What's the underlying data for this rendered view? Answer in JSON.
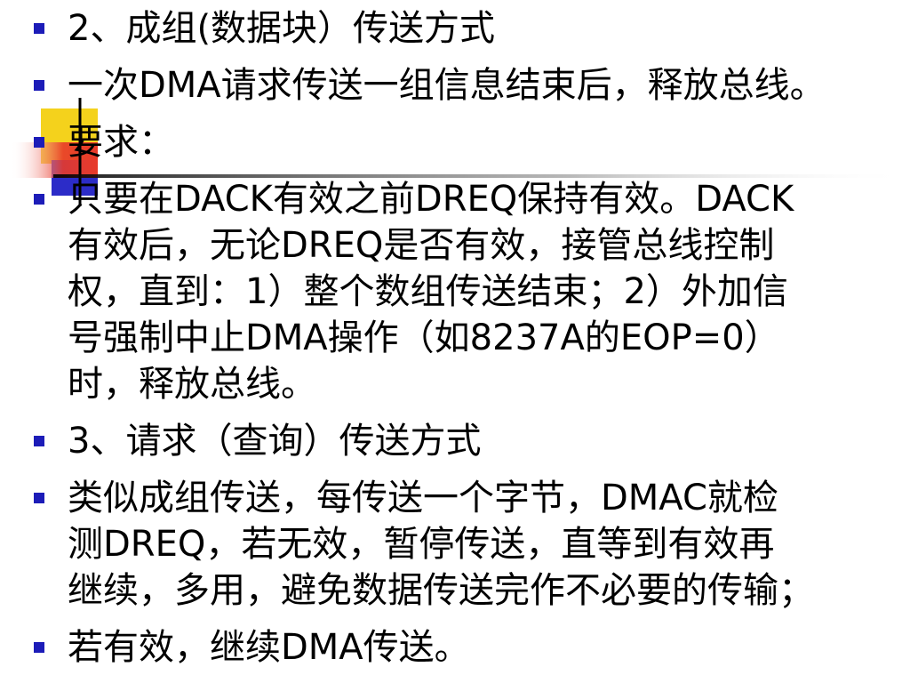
{
  "slide": {
    "accent_color": "#1c1cb8",
    "deco_colors": {
      "yellow": "#f4d21c",
      "blue": "#2c2cc8",
      "red": "#e83a2a",
      "line": "#000000"
    },
    "bullets": [
      {
        "lines": [
          "2、成组(数据块）传送方式"
        ]
      },
      {
        "lines": [
          "一次DMA请求传送一组信息结束后，释放总线。"
        ]
      },
      {
        "lines": [
          "要求："
        ]
      },
      {
        "lines": [
          "只要在DACK有效之前DREQ保持有效。DACK",
          "有效后，无论DREQ是否有效，接管总线控制",
          "权，直到：1）整个数组传送结束；2）外加信",
          "号强制中止DMA操作（如8237A的EOP=0）",
          "时，释放总线。"
        ]
      },
      {
        "lines": [
          "3、请求（查询）传送方式"
        ]
      },
      {
        "lines": [
          "类似成组传送，每传送一个字节，DMAC就检",
          "测DREQ，若无效，暂停传送，直等到有效再",
          "继续，多用，避免数据传送完作不必要的传输；"
        ]
      },
      {
        "lines": [
          "若有效，继续DMA传送。"
        ]
      }
    ]
  }
}
